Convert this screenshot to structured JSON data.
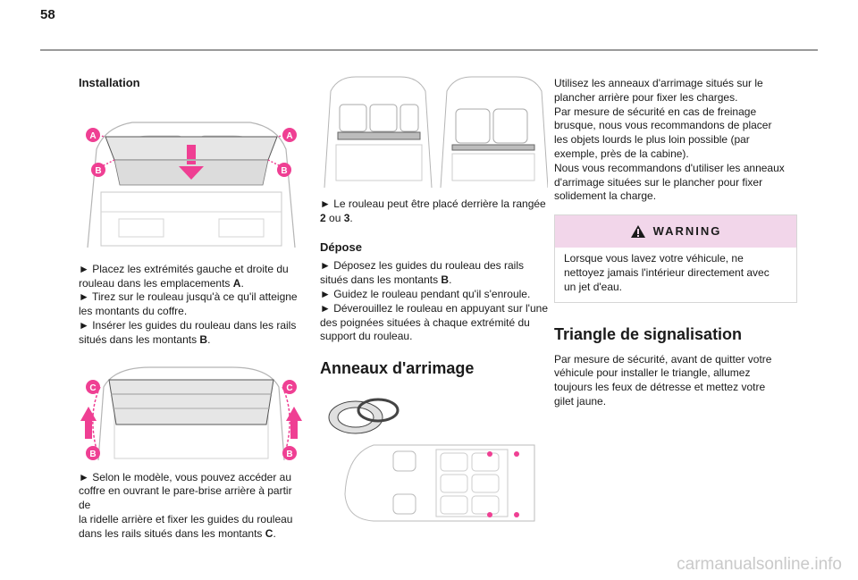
{
  "page_number": "58",
  "column1": {
    "heading": "Installation",
    "fig1_labels": {
      "a": "A",
      "b": "B"
    },
    "fig1_text": [
      [
        "► ",
        "Placez les extrémités gauche et droite du"
      ],
      [
        "",
        "rouleau dans les emplacements ",
        "A",
        "."
      ],
      [
        "► ",
        "Tirez sur le rouleau jusqu'à ce qu'il atteigne"
      ],
      [
        "",
        "les montants du coffre."
      ],
      [
        "► ",
        "Insérer les guides du rouleau dans les rails"
      ],
      [
        "",
        "situés dans les montants ",
        "B",
        "."
      ]
    ],
    "fig2_labels": {
      "c": "C",
      "b": "B"
    },
    "fig2_text": [
      [
        "► ",
        "Selon le modèle, vous pouvez accéder au"
      ],
      [
        "",
        "coffre en ouvrant le pare-brise arrière à partir de"
      ],
      [
        "",
        "la ridelle arrière et fixer les guides du rouleau"
      ],
      [
        "",
        "dans les rails situés dans les montants ",
        "C",
        "."
      ]
    ]
  },
  "column2": {
    "fig_text": [
      [
        "► ",
        "Le rouleau peut être placé derrière la rangée"
      ],
      [
        "",
        "",
        "2",
        " ou ",
        "3",
        "."
      ]
    ],
    "depose_heading": "Dépose",
    "depose_text": [
      [
        "► ",
        "Déposez les guides du rouleau des rails"
      ],
      [
        "",
        "situés dans les montants ",
        "B",
        "."
      ],
      [
        "► ",
        "Guidez le rouleau pendant qu'il s'enroule."
      ],
      [
        "► ",
        "Déverouillez le rouleau en appuyant sur l'une"
      ],
      [
        "",
        "des poignées situées à chaque extrémité du"
      ],
      [
        "",
        "support du rouleau."
      ]
    ],
    "anneaux_heading": "Anneaux d'arrimage"
  },
  "column3": {
    "intro_lines": [
      "Utilisez les anneaux d'arrimage situés sur le",
      "plancher arrière pour fixer les charges.",
      "Par mesure de sécurité en cas de freinage",
      "brusque, nous vous recommandons de placer",
      "les objets lourds le plus loin possible (par",
      "exemple, près de la cabine).",
      "Nous vous recommandons d'utiliser les anneaux",
      "d'arrimage situées sur le plancher pour fixer",
      "solidement la charge."
    ],
    "warning_title": "WARNING",
    "warning_lines": [
      "Lorsque vous lavez votre véhicule, ne",
      "nettoyez jamais l'intérieur directement avec",
      "un jet d'eau."
    ],
    "triangle_heading": "Triangle de signalisation",
    "triangle_lines": [
      "Par mesure de sécurité, avant de quitter votre",
      "véhicule pour installer le triangle, allumez",
      "toujours les feux de détresse et mettez votre",
      "gilet jaune."
    ]
  },
  "footer": "carmanualsonline.info",
  "colors": {
    "accent": "#ef3f93",
    "warning_bg": "#f2d6ea",
    "rule": "#9a9a9a",
    "footer": "#c9c9c9"
  }
}
